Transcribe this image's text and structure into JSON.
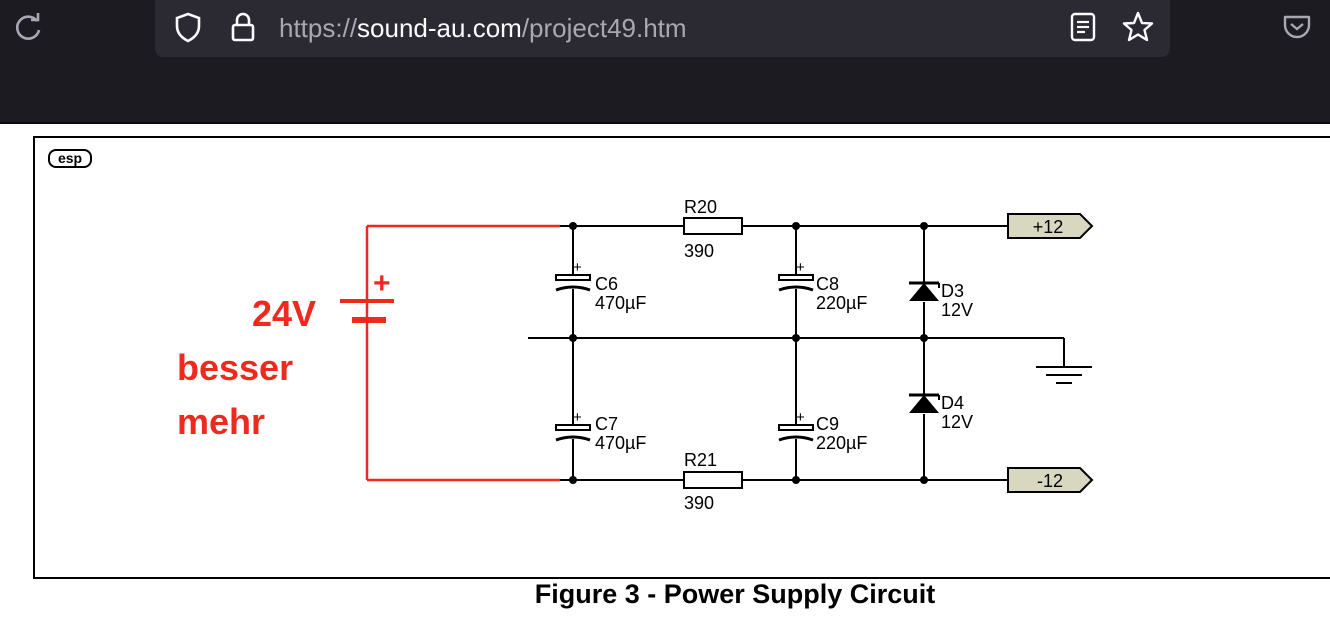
{
  "browser": {
    "url_scheme": "https://",
    "url_host": "sound-au.com",
    "url_path": "/project49.htm"
  },
  "icons": [
    "reload-icon",
    "shield-icon",
    "lock-icon",
    "reader-view-icon",
    "bookmark-star-icon",
    "pocket-icon"
  ],
  "colors": {
    "annotation": "#ee2a1f",
    "label_fill": "#d8d8c0",
    "toolbar": "#1c1b22"
  },
  "schematic": {
    "logo": "esp",
    "components": {
      "r20": {
        "ref": "R20",
        "value": "390"
      },
      "r21": {
        "ref": "R21",
        "value": "390"
      },
      "c6": {
        "ref": "C6",
        "value": "470µF"
      },
      "c7": {
        "ref": "C7",
        "value": "470µF"
      },
      "c8": {
        "ref": "C8",
        "value": "220µF"
      },
      "c9": {
        "ref": "C9",
        "value": "220µF"
      },
      "d3": {
        "ref": "D3",
        "value": "12V"
      },
      "d4": {
        "ref": "D4",
        "value": "12V"
      }
    },
    "outputs": {
      "positive": "+12",
      "negative": "-12"
    },
    "polarity_plus": "+"
  },
  "annotation": {
    "voltage": "24V",
    "plus": "+",
    "line1": "besser",
    "line2": "mehr"
  },
  "caption": "Figure 3 - Power Supply Circuit"
}
